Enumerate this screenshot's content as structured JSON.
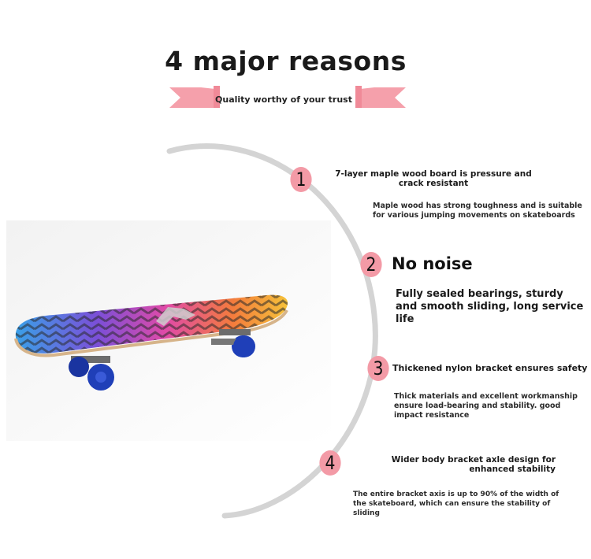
{
  "title": "4 major reasons",
  "subtitle": "Quality worthy of your trust",
  "colors": {
    "accent": "#f39aa6",
    "arc": "#d6d6d6"
  },
  "reasons": [
    {
      "number": "1",
      "heading": "7-layer maple wood board is pressure and crack resistant",
      "description": "Maple wood has strong toughness and is suitable for various jumping movements on skateboards"
    },
    {
      "number": "2",
      "heading": "No noise",
      "description": "Fully sealed bearings, sturdy and smooth sliding, long service life"
    },
    {
      "number": "3",
      "heading": "Thickened nylon bracket ensures safety",
      "description": "Thick materials and excellent workmanship ensure load-bearing and stability. good impact resistance"
    },
    {
      "number": "4",
      "heading": "Wider body bracket axle design for enhanced stability",
      "description": "The entire bracket axis is up to 90% of the width of the skateboard, which can ensure the stability of sliding"
    }
  ]
}
